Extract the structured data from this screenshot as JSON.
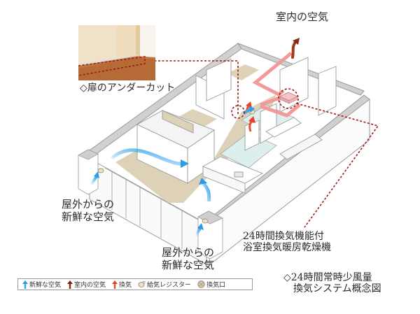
{
  "title": "◇24時間常時少風量換気システム概念図",
  "labels": {
    "indoor_air_top": "室内の空気",
    "door_undercut": "◇扉のアンダーカット",
    "fresh_air_left_1": "屋外からの",
    "fresh_air_left_2": "新鮮な空気",
    "fresh_air_bottom_1": "屋外からの",
    "fresh_air_bottom_2": "新鮮な空気",
    "bath_unit_1": "24時間換気機能付",
    "bath_unit_2": "浴室換気暖房乾燥機",
    "system_title_1": "◇24時間常時少風量",
    "system_title_2": "換気システム概念図"
  },
  "legend": {
    "items": [
      {
        "icon": "blue-arrow-icon",
        "label": "新鮮な空気"
      },
      {
        "icon": "brown-arrow-icon",
        "label": "室内の空気"
      },
      {
        "icon": "red-arrow-icon",
        "label": "換気"
      },
      {
        "icon": "supply-register-icon",
        "label": "給気レジスター"
      },
      {
        "icon": "exhaust-vent-icon",
        "label": "換気口"
      }
    ]
  },
  "colors": {
    "fresh_air": "#3aa8e8",
    "indoor_air": "#8a2a12",
    "exhaust": "#e8402a",
    "duct": "#f29a9a",
    "floor": "#ddd2b8",
    "wall_top": "#c8c8c8",
    "leader_line": "#a01818"
  }
}
